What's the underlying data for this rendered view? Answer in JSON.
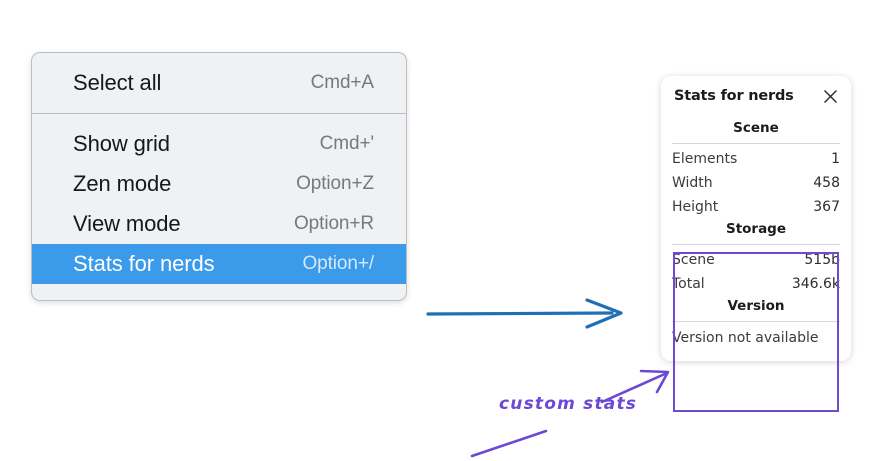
{
  "context_menu": {
    "name": "context-menu",
    "groups": [
      {
        "items": [
          {
            "label": "Select all",
            "shortcut": "Cmd+A",
            "selected": false
          }
        ]
      },
      {
        "items": [
          {
            "label": "Show grid",
            "shortcut": "Cmd+'",
            "selected": false
          },
          {
            "label": "Zen mode",
            "shortcut": "Option+Z",
            "selected": false
          },
          {
            "label": "View mode",
            "shortcut": "Option+R",
            "selected": false
          },
          {
            "label": "Stats for nerds",
            "shortcut": "Option+/",
            "selected": true
          }
        ]
      }
    ],
    "items": {
      "select_all": {
        "label": "Select all",
        "shortcut": "Cmd+A"
      },
      "show_grid": {
        "label": "Show grid",
        "shortcut": "Cmd+'"
      },
      "zen_mode": {
        "label": "Zen mode",
        "shortcut": "Option+Z"
      },
      "view_mode": {
        "label": "View mode",
        "shortcut": "Option+R"
      },
      "stats_for_nerds": {
        "label": "Stats for nerds",
        "shortcut": "Option+/"
      }
    },
    "highlight_color": "#3b9ae9",
    "background_color": "#f0f1f3"
  },
  "stats_panel": {
    "title": "Stats for nerds",
    "close_icon": "close-icon",
    "sections": {
      "scene": {
        "title": "Scene",
        "rows": [
          {
            "label": "Elements",
            "value": "1"
          },
          {
            "label": "Width",
            "value": "458"
          },
          {
            "label": "Height",
            "value": "367"
          }
        ]
      },
      "storage": {
        "title": "Storage",
        "rows": [
          {
            "label": "Scene",
            "value": "515b"
          },
          {
            "label": "Total",
            "value": "346.6k"
          }
        ]
      },
      "version": {
        "title": "Version",
        "text": "Version not available"
      }
    },
    "highlight_color": "#6d4ad1"
  },
  "annotations": {
    "custom_stats_label": "custom stats",
    "blue_arrow_color": "#1f6fb5",
    "purple_color": "#6a49d4"
  }
}
